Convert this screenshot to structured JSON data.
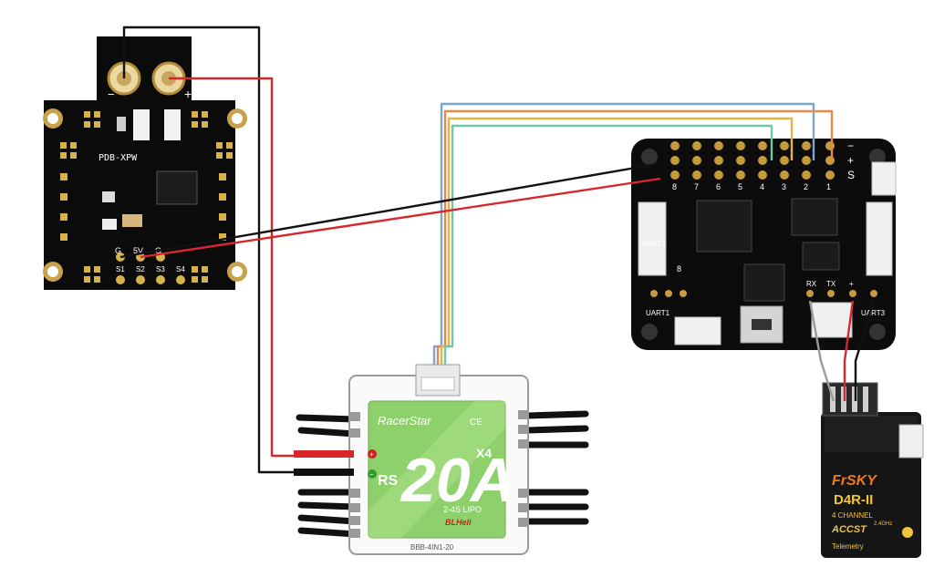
{
  "pdb": {
    "name": "PDB-XPW",
    "pad_minus": "−",
    "pad_plus": "+",
    "pins": [
      "G",
      "5V",
      "G"
    ],
    "outputs": [
      "S1",
      "S2",
      "S3",
      "S4"
    ]
  },
  "fc": {
    "header_symbols": [
      "−",
      "+",
      "S"
    ],
    "header_numbers": [
      "1",
      "2",
      "3",
      "4",
      "5",
      "6",
      "7",
      "8"
    ],
    "uart_ports": [
      "UART1",
      "UART2",
      "UART3"
    ],
    "port_pins": [
      "RX",
      "TX",
      "+"
    ],
    "board_id": "8"
  },
  "esc": {
    "brand": "RacerStar",
    "model": "20A",
    "multiplier": "X4",
    "prefix": "RS",
    "cells": "2-4S LIPO",
    "firmware": "BLHeli",
    "ce_mark": "CE",
    "code": "BBB-4IN1-20",
    "plus": "+",
    "minus": "−"
  },
  "receiver": {
    "brand": "FrSKY",
    "model": "D4R-II",
    "channels": "4 CHANNEL",
    "protocol": "ACCST",
    "band": "2.4GHz",
    "telemetry": "Telemetry"
  },
  "wires": {
    "colors": {
      "red": "#d8262c",
      "black": "#111111",
      "blue": "#7aa6d6",
      "orange": "#e8894a",
      "yellow": "#e6b34a",
      "green": "#6cc8a8",
      "gray": "#9a9a9a"
    }
  }
}
